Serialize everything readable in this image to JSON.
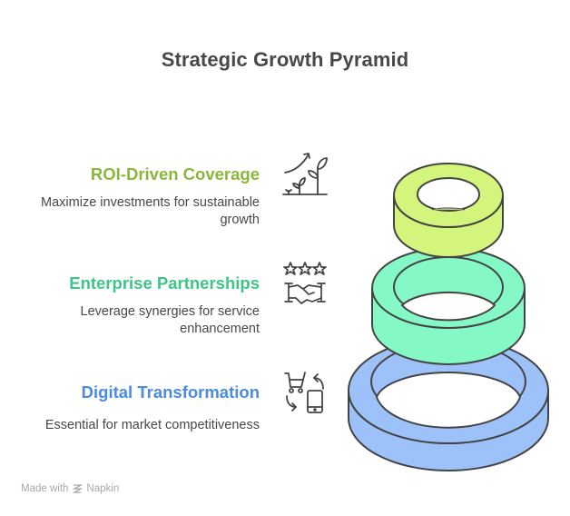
{
  "title": "Strategic Growth Pyramid",
  "levels": [
    {
      "heading": "ROI-Driven Coverage",
      "description_lines": [
        "Maximize investments for sustainable",
        "growth"
      ],
      "color": "#8ab83a",
      "ring_fill": "#d4f57c",
      "icon": "plant-growth-icon"
    },
    {
      "heading": "Enterprise Partnerships",
      "description_lines": [
        "Leverage synergies for service",
        "enhancement"
      ],
      "color": "#3ec587",
      "ring_fill": "#85f9c5",
      "icon": "stars-handshake-icon"
    },
    {
      "heading": "Digital Transformation",
      "description_lines": [
        "Essential for market competitiveness"
      ],
      "color": "#4b8ce0",
      "ring_fill": "#9dc2fa",
      "icon": "cart-mobile-cycle-icon"
    }
  ],
  "footer": {
    "made_with": "Made with",
    "brand": "Napkin"
  },
  "stroke_color": "#444444"
}
